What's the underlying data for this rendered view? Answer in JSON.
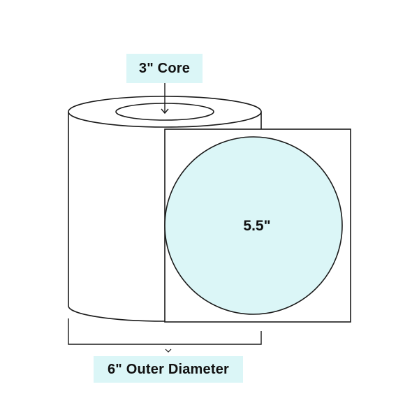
{
  "labels": {
    "core": "3\" Core",
    "outer_diameter": "6\" Outer Diameter",
    "label_size": "5.5\""
  },
  "colors": {
    "accent_fill": "#dbf6f7",
    "stroke": "#1a1a1a",
    "text": "#111111"
  }
}
